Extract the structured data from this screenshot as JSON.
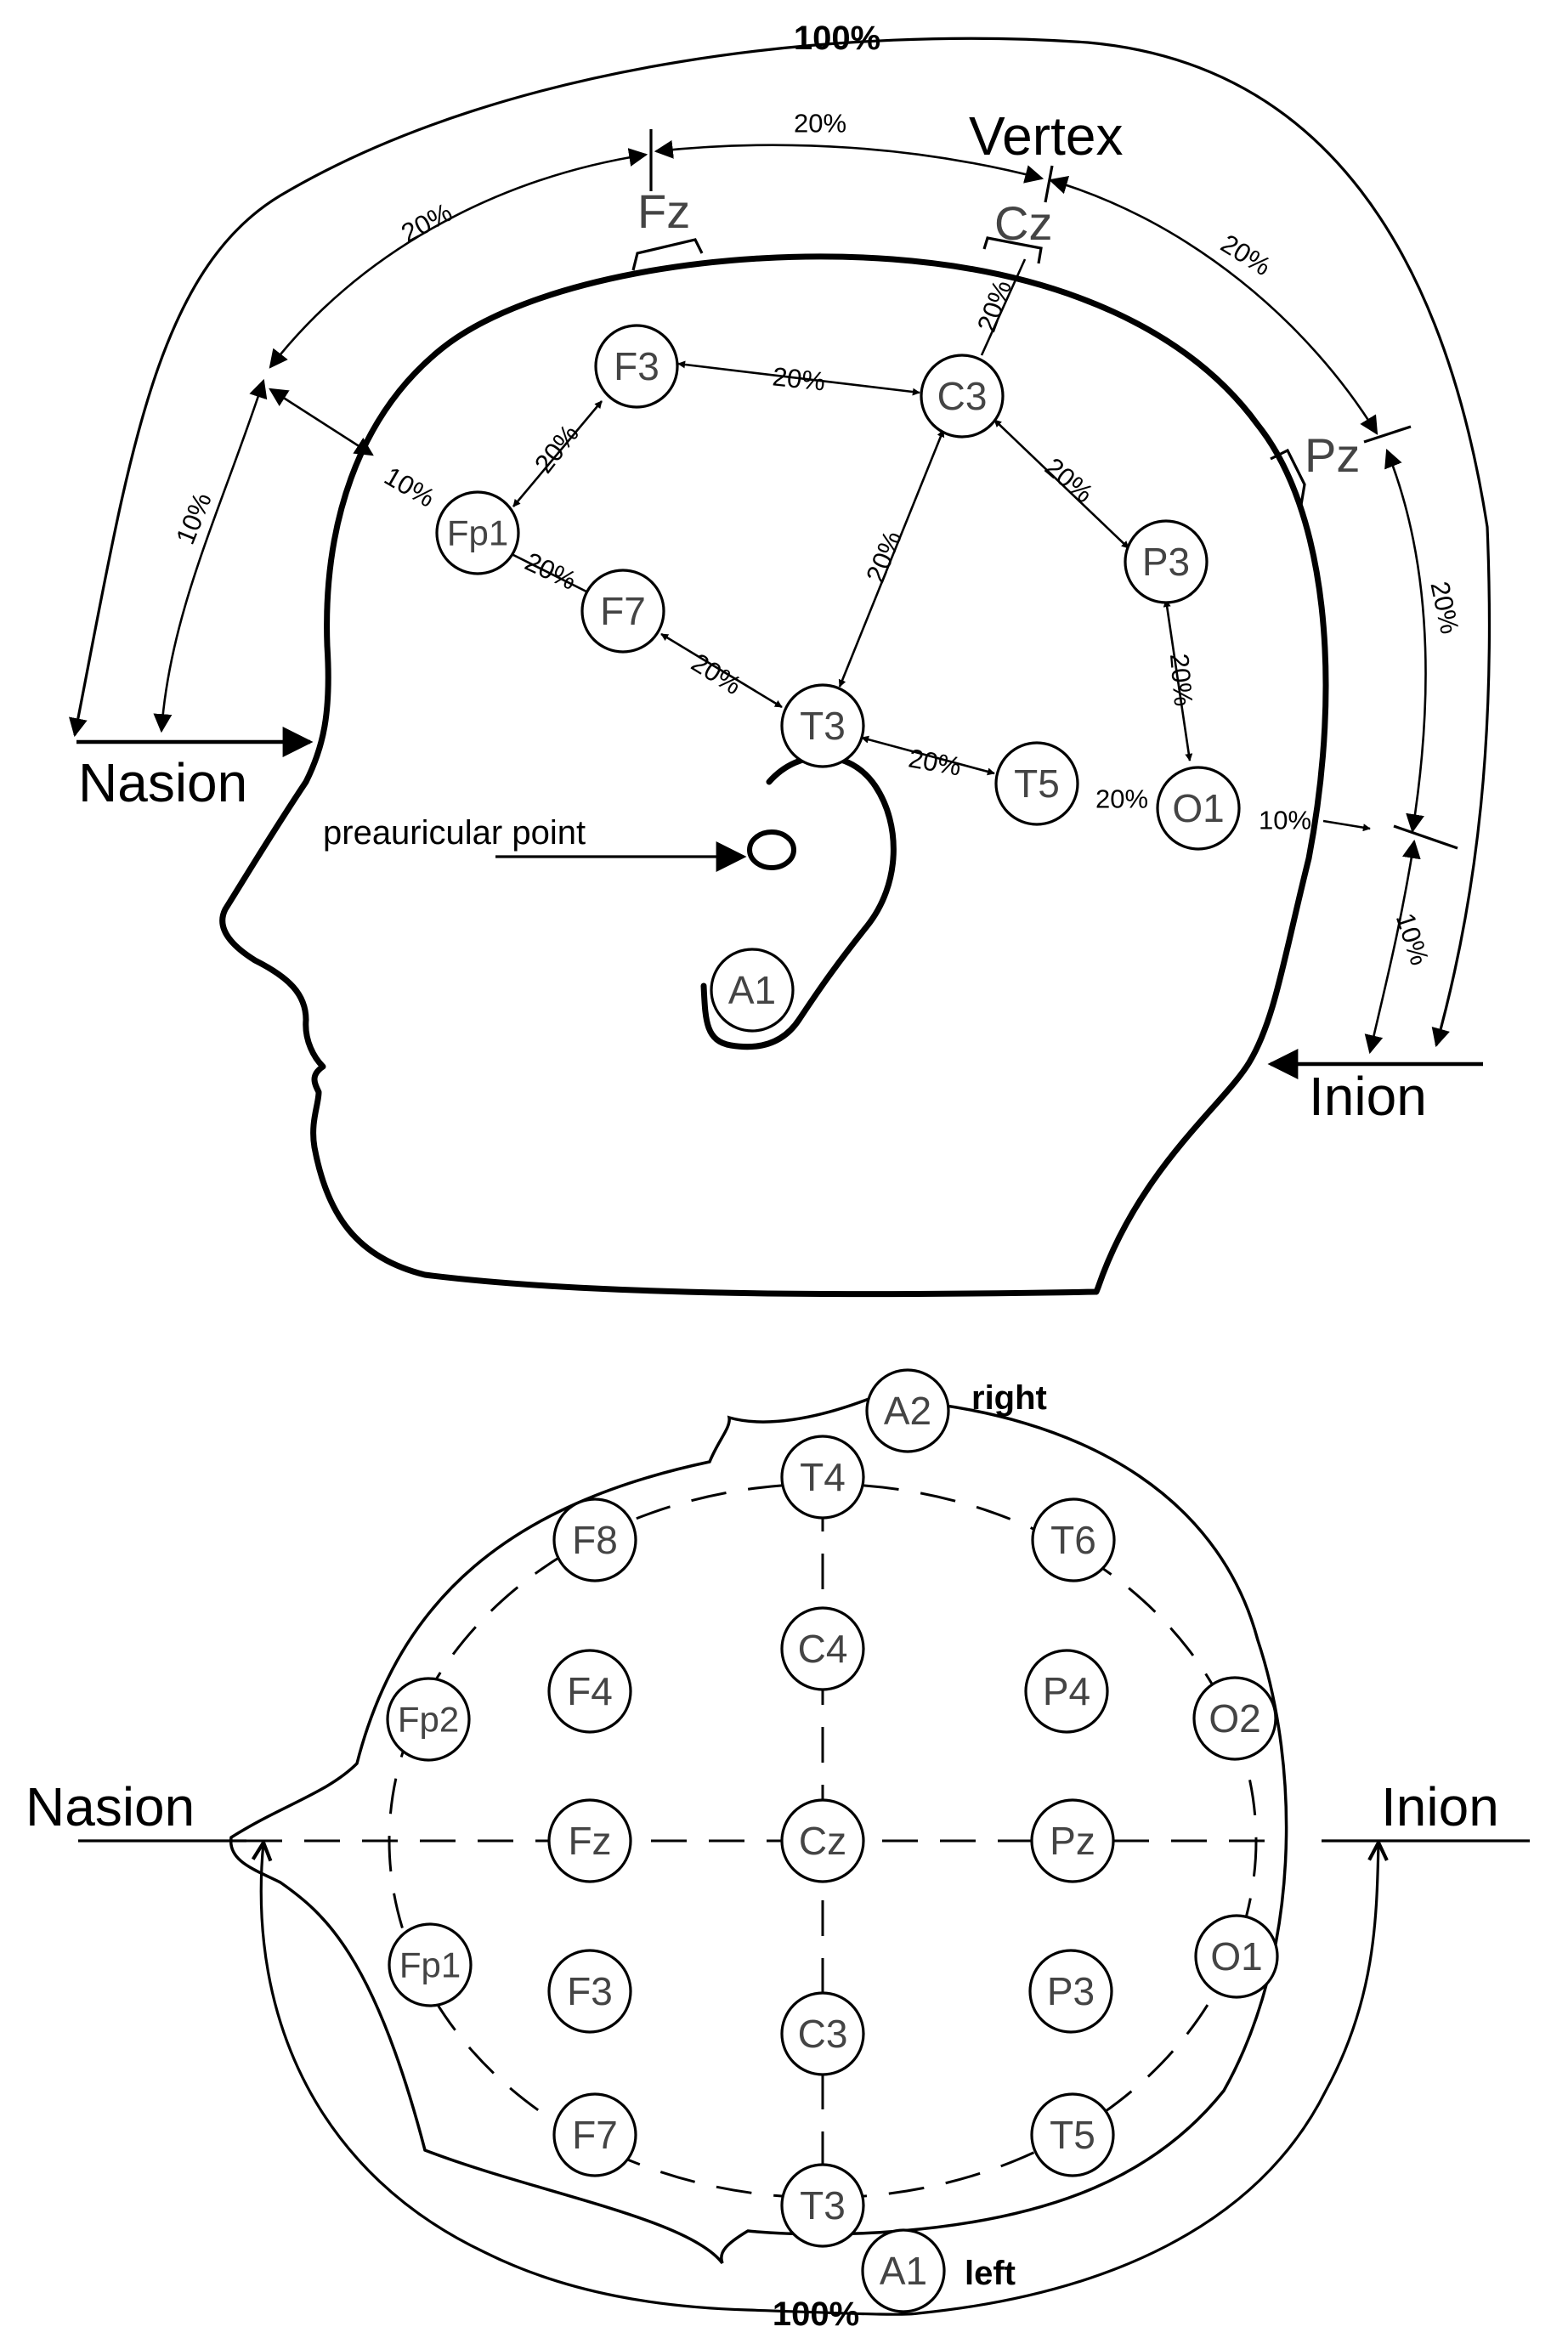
{
  "colors": {
    "stroke": "#000000",
    "electrode_text": "#444444",
    "background": "#ffffff"
  },
  "lateral": {
    "labels": {
      "vertex": "Vertex",
      "nasion": "Nasion",
      "inion": "Inion",
      "preauricular": "preauricular point"
    },
    "arc_labels": {
      "total": "100%",
      "fz_cz": "20%",
      "nasion_fz": "20%",
      "cz_pz": "20%",
      "nasion_upper": "10%",
      "pz_inion": "20%",
      "inion_upper": "10%",
      "cz_c3": "20%"
    },
    "electrodes": {
      "Fz": "Fz",
      "Cz": "Cz",
      "Pz": "Pz",
      "F3": "F3",
      "C3": "C3",
      "Fp1": "Fp1",
      "F7": "F7",
      "P3": "P3",
      "T3": "T3",
      "T5": "T5",
      "O1": "O1",
      "A1": "A1"
    },
    "percentages": {
      "f3_c3": "20%",
      "fp1_f3": "20%",
      "fp1_nasion": "10%",
      "fp1_f7": "20%",
      "f7_t3": "20%",
      "c3_t3": "20%",
      "c3_p3": "20%",
      "p3_o1": "20%",
      "t3_t5": "20%",
      "t5_o1": "20%",
      "o1_inion": "10%"
    }
  },
  "top_view": {
    "labels": {
      "right": "right",
      "left": "left",
      "nasion": "Nasion",
      "inion": "Inion",
      "total": "100%"
    },
    "electrodes": {
      "A2": "A2",
      "T4": "T4",
      "F8": "F8",
      "T6": "T6",
      "C4": "C4",
      "Fp2": "Fp2",
      "F4": "F4",
      "P4": "P4",
      "O2": "O2",
      "Fz": "Fz",
      "Cz": "Cz",
      "Pz": "Pz",
      "Fp1": "Fp1",
      "F3": "F3",
      "P3": "P3",
      "O1": "O1",
      "C3": "C3",
      "F7": "F7",
      "T5": "T5",
      "T3": "T3",
      "A1": "A1"
    }
  }
}
